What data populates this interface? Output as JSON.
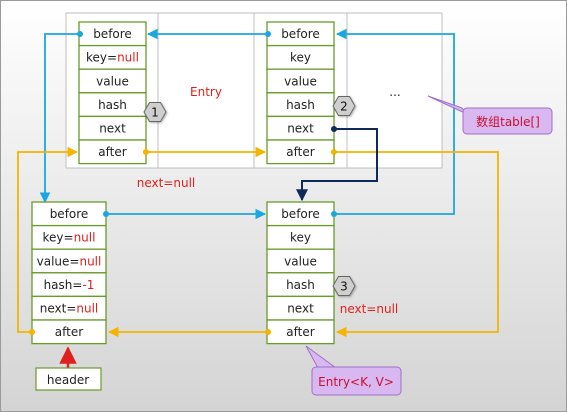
{
  "table_label": "数组table[]",
  "entry_label": "Entry",
  "ellipsis": "...",
  "next_null": "next=null",
  "header_label": "header",
  "callout_entry_kv": "Entry<K, V>",
  "colors": {
    "background_top": "#ffffff",
    "background_bottom": "#dcdcdc",
    "cell_fill": "#ffffff",
    "cell_border": "#6a9a2a",
    "cell_text": "#222222",
    "null_text": "#e0201c",
    "before_arrow": "#1aa7e0",
    "after_arrow": "#f4b400",
    "next_arrow": "#0d2a5a",
    "header_arrow": "#e0201c",
    "callout_fill": "#d9b8f2",
    "callout_border": "#a070c8",
    "callout_text": "#c8102e",
    "badge_fill": "#cfcfcf",
    "badge_border": "#666666"
  },
  "nodes": [
    {
      "id": "entry-1",
      "badge": "1",
      "fields": [
        {
          "label": "before"
        },
        {
          "label": "key=",
          "null": "null"
        },
        {
          "label": "value"
        },
        {
          "label": "hash"
        },
        {
          "label": "next"
        },
        {
          "label": "after"
        }
      ]
    },
    {
      "id": "entry-2",
      "badge": "2",
      "fields": [
        {
          "label": "before"
        },
        {
          "label": "key"
        },
        {
          "label": "value"
        },
        {
          "label": "hash"
        },
        {
          "label": "next"
        },
        {
          "label": "after"
        }
      ]
    },
    {
      "id": "header-entry",
      "badge": "",
      "fields": [
        {
          "label": "before"
        },
        {
          "label": "key=",
          "null": "null"
        },
        {
          "label": "value=",
          "null": "null"
        },
        {
          "label": "hash=",
          "null": "-1"
        },
        {
          "label": "next=",
          "null": "null"
        },
        {
          "label": "after"
        }
      ]
    },
    {
      "id": "entry-3",
      "badge": "3",
      "fields": [
        {
          "label": "before"
        },
        {
          "label": "key"
        },
        {
          "label": "value"
        },
        {
          "label": "hash"
        },
        {
          "label": "next"
        },
        {
          "label": "after"
        }
      ]
    }
  ]
}
